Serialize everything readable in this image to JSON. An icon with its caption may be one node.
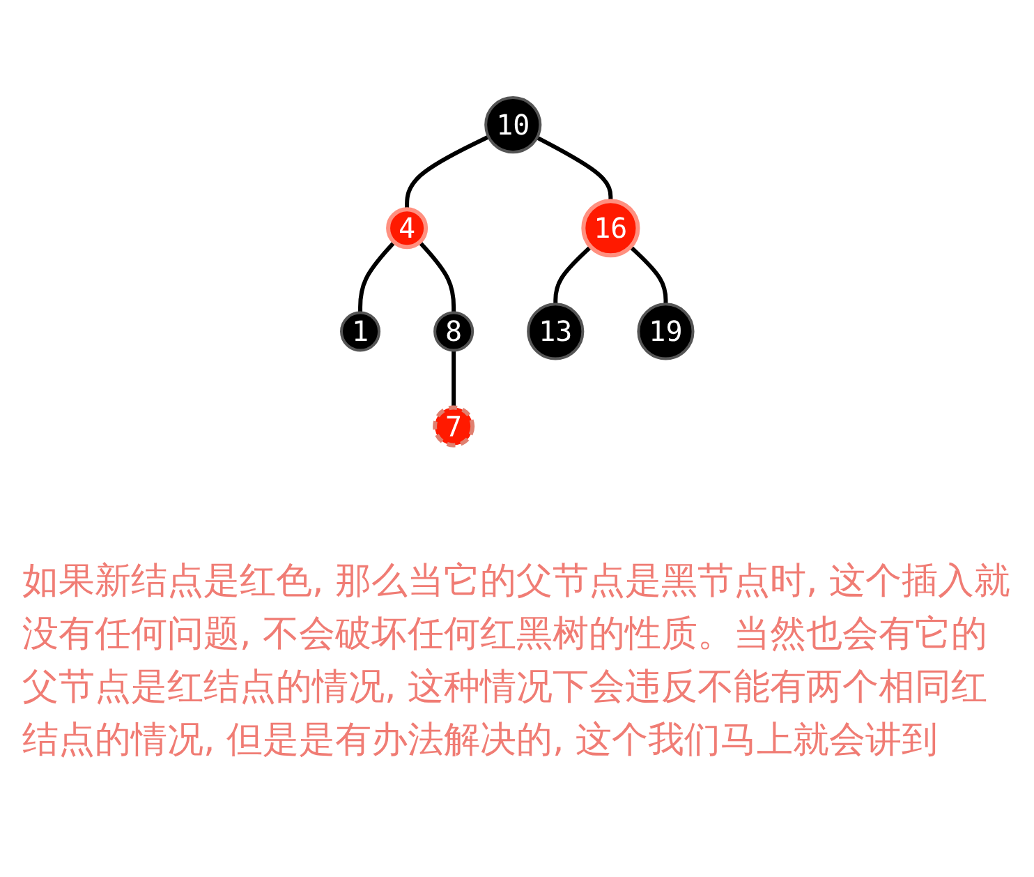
{
  "diagram": {
    "caption": "如果新结点是红色, 那么当它的父节点是黑节点时, 这个插入就没有任何问题, 不会破坏任何红黑树的性质。当然也会有它的父节点是红结点的情况, 这种情况下会违反不能有两个相同红结点的情况, 但是是有办法解决的, 这个我们马上就会讲到",
    "nodes": [
      {
        "text": [
          "10"
        ]
      },
      {
        "text": [
          "4"
        ]
      },
      {
        "text": [
          "16"
        ]
      },
      {
        "text": [
          "1"
        ]
      },
      {
        "text": [
          "8"
        ]
      },
      {
        "text": [
          "13"
        ]
      },
      {
        "text": [
          "19"
        ]
      },
      {
        "text": [
          "7"
        ]
      }
    ],
    "edges": [
      {
        "from": 0,
        "to": 1,
        "arrow": "none"
      },
      {
        "from": 0,
        "to": 2,
        "arrow": "none"
      },
      {
        "from": 1,
        "to": 3,
        "arrow": "none"
      },
      {
        "from": 1,
        "to": 4,
        "arrow": "none"
      },
      {
        "from": 2,
        "to": 5,
        "arrow": "none"
      },
      {
        "from": 2,
        "to": 6,
        "arrow": "none"
      },
      {
        "from": 4,
        "to": 7,
        "arrow": "none"
      }
    ]
  }
}
